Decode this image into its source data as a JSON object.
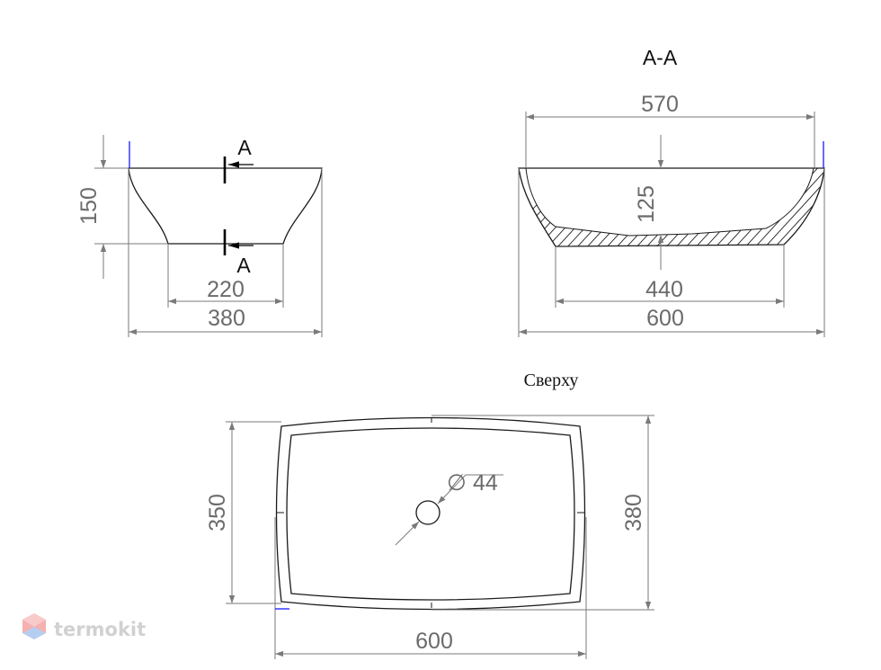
{
  "side_view": {
    "height": "150",
    "bottom_width": "220",
    "top_width": "380",
    "section_label_top": "A",
    "section_label_bottom": "A"
  },
  "section_view": {
    "title": "A-A",
    "inner_width": "570",
    "depth": "125",
    "bottom_width": "440",
    "overall_width": "600"
  },
  "top_view": {
    "title": "Сверху",
    "width": "600",
    "inner_height": "350",
    "overall_height": "380",
    "drain_diameter": "44",
    "diameter_symbol": "∅"
  },
  "watermark": {
    "brand": "termokit"
  },
  "colors": {
    "dimension": "#7a7a7a",
    "outline": "#1a1a1a",
    "marker": "#1a1aff"
  }
}
